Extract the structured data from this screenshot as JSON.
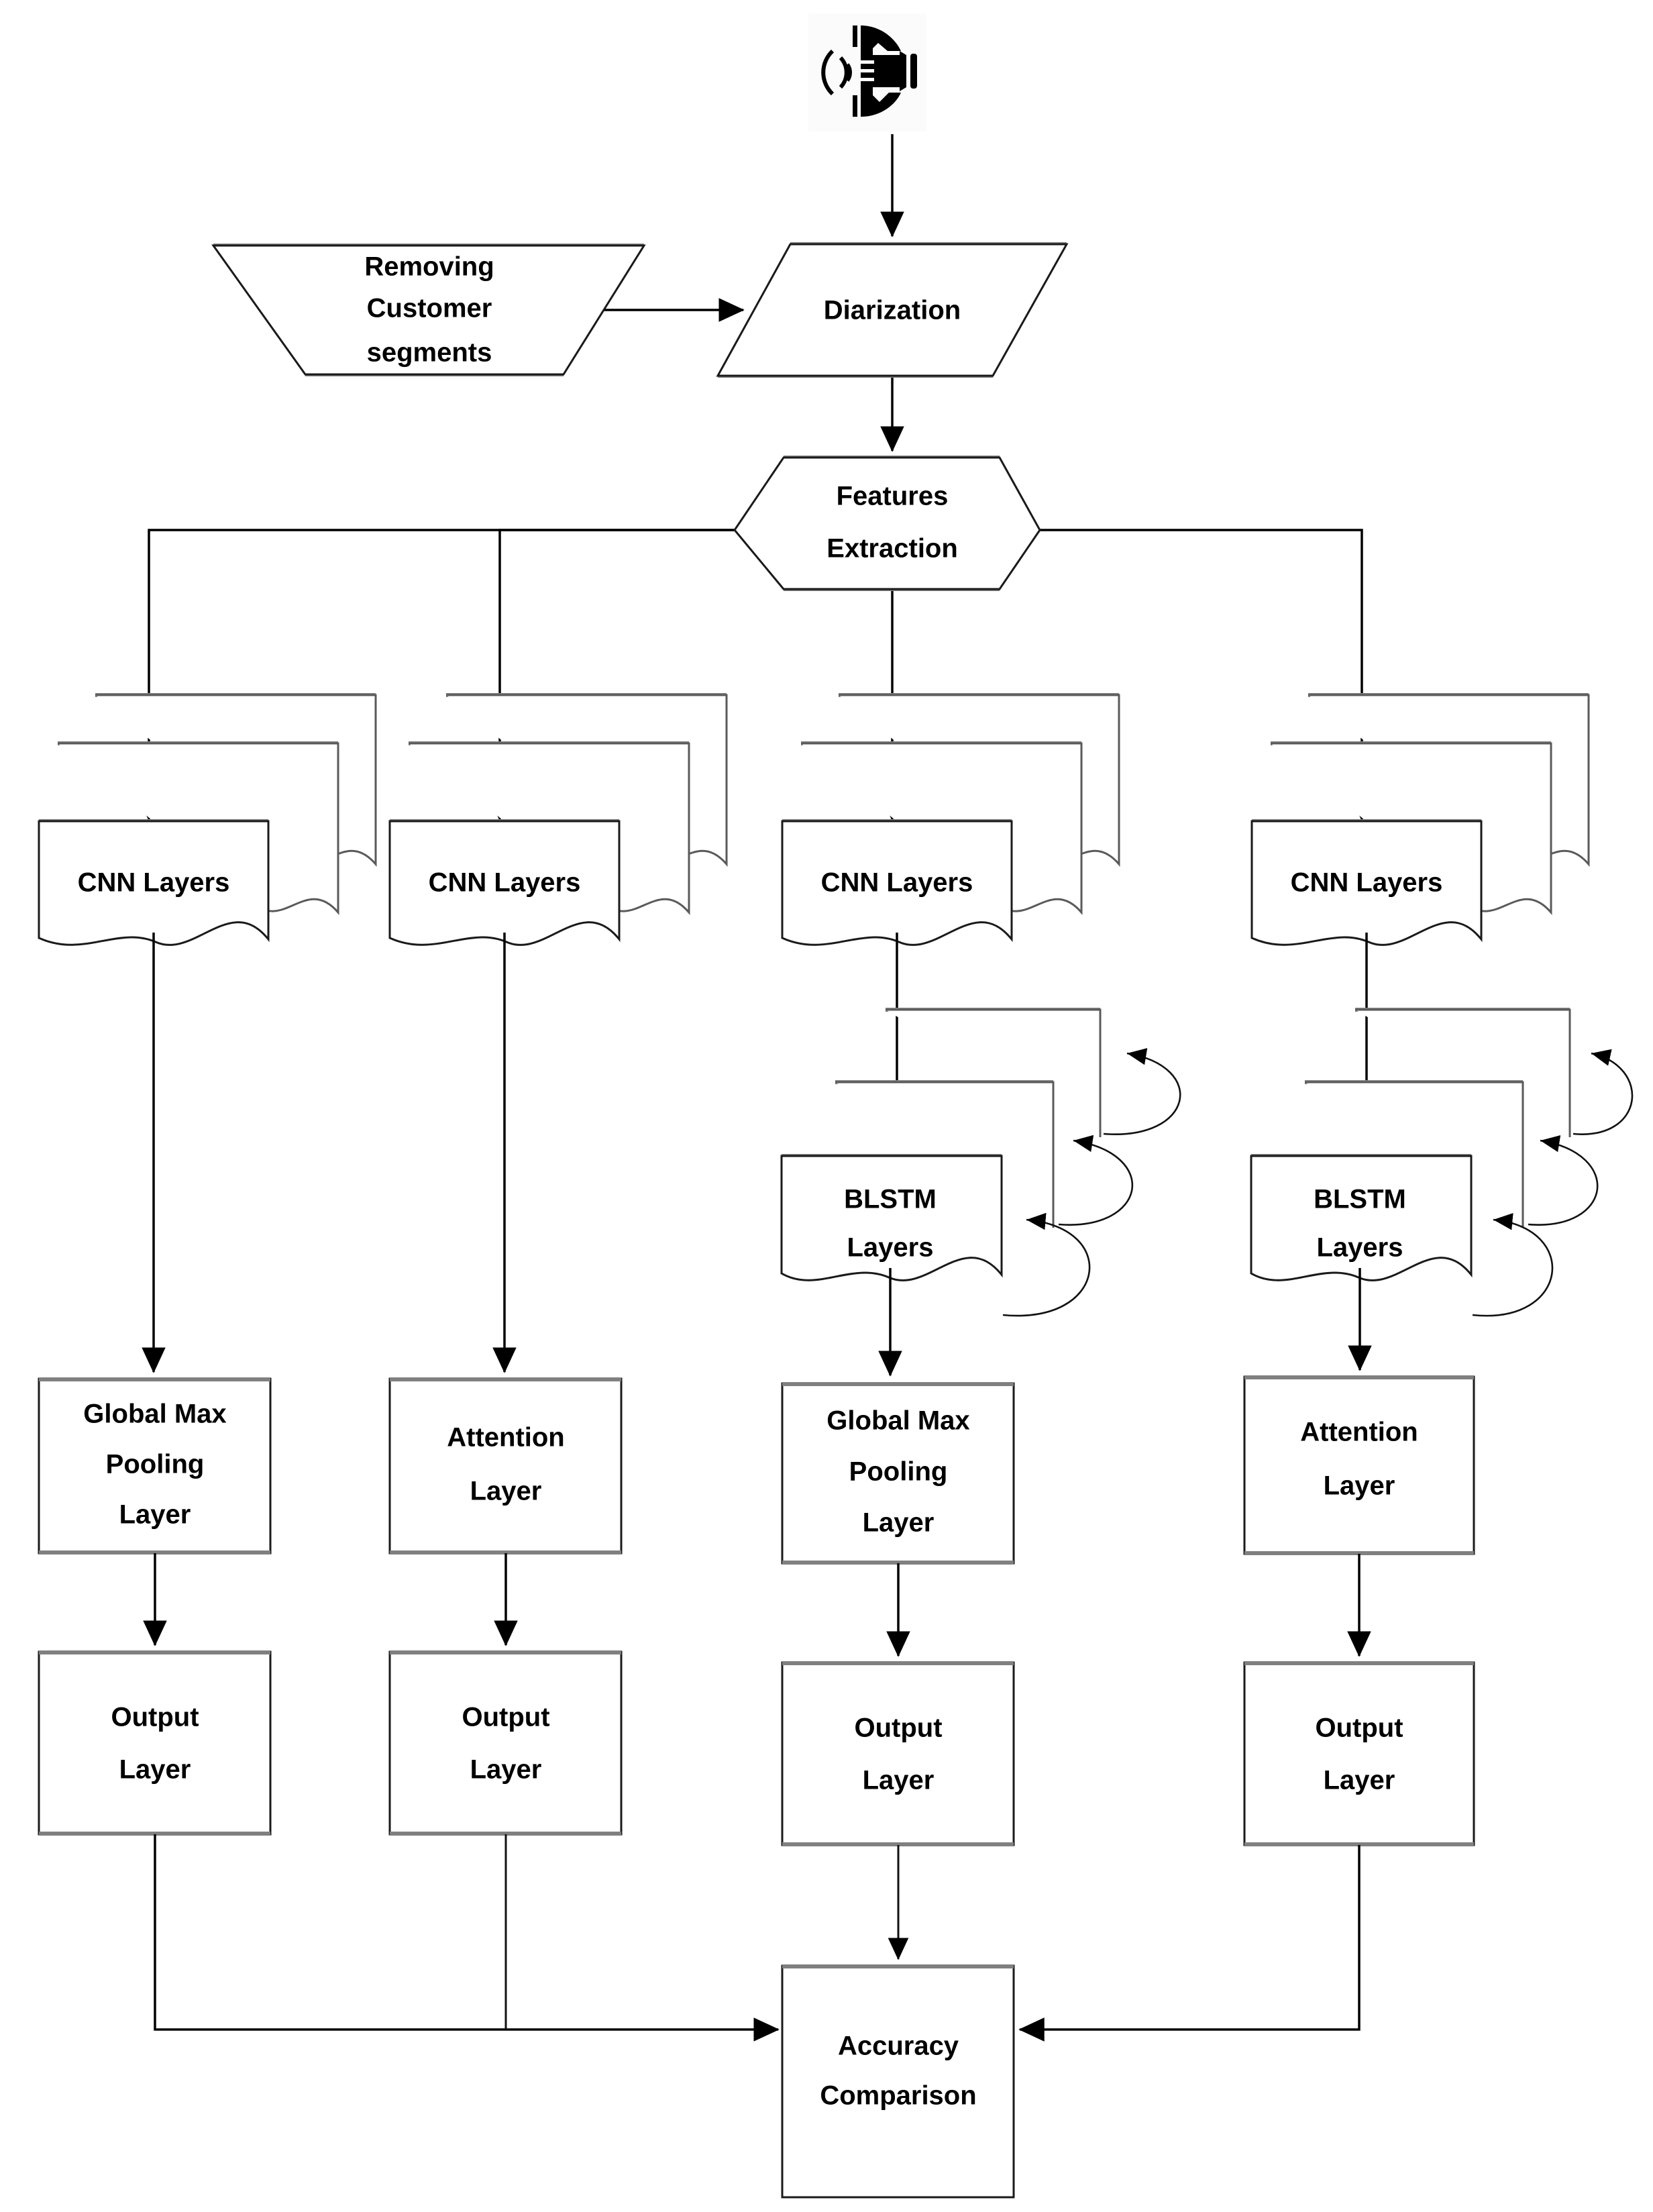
{
  "diagram": {
    "title": "Speech Emotion Recognition Model Comparison Pipeline",
    "background_color": "#ffffff",
    "line_color": "#000000",
    "text_color": "#000000",
    "shadow_color": "#808080"
  },
  "icon": {
    "name": "speech-audio-icon",
    "description": "speaking mouth with sound waves"
  },
  "nodes": {
    "removing_customer_segments": {
      "label_lines": [
        "Removing",
        "Customer",
        "segments"
      ],
      "shape": "trapezoid"
    },
    "diarization": {
      "label_lines": [
        "Diarization"
      ],
      "shape": "parallelogram"
    },
    "features_extraction": {
      "label_lines": [
        "Features",
        "Extraction"
      ],
      "shape": "hexagon"
    },
    "cnn_layers_1": {
      "label_lines": [
        "CNN Layers"
      ],
      "shape": "multi-document"
    },
    "cnn_layers_2": {
      "label_lines": [
        "CNN Layers"
      ],
      "shape": "multi-document"
    },
    "cnn_layers_3": {
      "label_lines": [
        "CNN Layers"
      ],
      "shape": "multi-document"
    },
    "cnn_layers_4": {
      "label_lines": [
        "CNN Layers"
      ],
      "shape": "multi-document"
    },
    "blstm_layers_3": {
      "label_lines": [
        "BLSTM",
        "Layers"
      ],
      "shape": "multi-document-recurrent"
    },
    "blstm_layers_4": {
      "label_lines": [
        "BLSTM",
        "Layers"
      ],
      "shape": "multi-document-recurrent"
    },
    "global_max_pooling_1": {
      "label_lines": [
        "Global Max",
        "Pooling",
        "Layer"
      ],
      "shape": "rectangle"
    },
    "attention_layer_2": {
      "label_lines": [
        "Attention",
        "Layer"
      ],
      "shape": "rectangle"
    },
    "global_max_pooling_3": {
      "label_lines": [
        "Global Max",
        "Pooling",
        "Layer"
      ],
      "shape": "rectangle"
    },
    "attention_layer_4": {
      "label_lines": [
        "Attention",
        "Layer"
      ],
      "shape": "rectangle"
    },
    "output_layer_1": {
      "label_lines": [
        "Output",
        "Layer"
      ],
      "shape": "rectangle"
    },
    "output_layer_2": {
      "label_lines": [
        "Output",
        "Layer"
      ],
      "shape": "rectangle"
    },
    "output_layer_3": {
      "label_lines": [
        "Output",
        "Layer"
      ],
      "shape": "rectangle"
    },
    "output_layer_4": {
      "label_lines": [
        "Output",
        "Layer"
      ],
      "shape": "rectangle"
    },
    "accuracy_comparison": {
      "label_lines": [
        "Accuracy",
        "Comparison"
      ],
      "shape": "rectangle"
    }
  },
  "branches": [
    {
      "name": "branch-1-cnn-gmp",
      "pipeline": [
        "CNN Layers",
        "Global Max Pooling Layer",
        "Output Layer"
      ]
    },
    {
      "name": "branch-2-cnn-attention",
      "pipeline": [
        "CNN Layers",
        "Attention Layer",
        "Output Layer"
      ]
    },
    {
      "name": "branch-3-cnn-blstm-gmp",
      "pipeline": [
        "CNN Layers",
        "BLSTM Layers",
        "Global Max Pooling Layer",
        "Output Layer"
      ]
    },
    {
      "name": "branch-4-cnn-blstm-attention",
      "pipeline": [
        "CNN Layers",
        "BLSTM Layers",
        "Attention Layer",
        "Output Layer"
      ]
    }
  ]
}
